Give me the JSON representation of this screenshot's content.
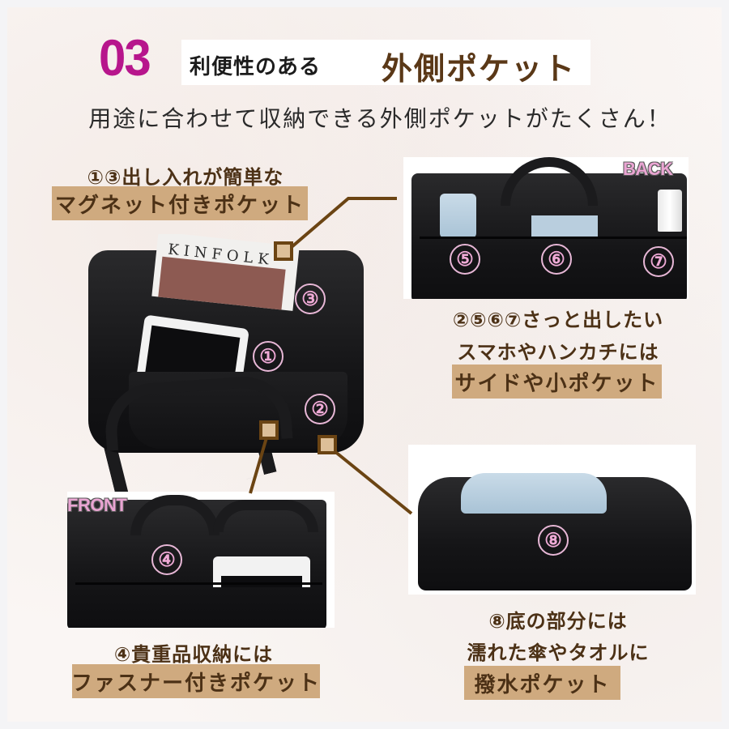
{
  "header": {
    "section_number": "03",
    "title_lead": "利便性のある",
    "title_main": "外側ポケット",
    "subtitle": "用途に合わせて収納できる外側ポケットがたくさん！"
  },
  "colors": {
    "section_number": "#b7168c",
    "title_main": "#5a3817",
    "caption_text": "#4c3116",
    "caption_box": "#cfaa7f",
    "connector": "#6b4413",
    "connector_marker_fill": "#ddbf98",
    "number_circle": "#efaad6"
  },
  "captions": {
    "magnet": {
      "line1": "①③出し入れが簡単な",
      "box": "マグネット付きポケット"
    },
    "side": {
      "line1": "②⑤⑥⑦さっと出したい",
      "line2": "スマホやハンカチには",
      "box": "サイドや小ポケット"
    },
    "zipper": {
      "line1": "④貴重品収納には",
      "box": "ファスナー付きポケット"
    },
    "bottom": {
      "line1": "⑧底の部分には",
      "line2": "濡れた傘やタオルに",
      "box": "撥水ポケット"
    }
  },
  "photos": {
    "main": {
      "numbers": [
        "①",
        "②",
        "③"
      ],
      "magazine_title": "KINFOLK"
    },
    "back": {
      "label": "BACK",
      "numbers": [
        "⑤",
        "⑥",
        "⑦"
      ]
    },
    "front": {
      "label": "FRONT",
      "numbers": [
        "④"
      ]
    },
    "bottom": {
      "numbers": [
        "⑧"
      ]
    }
  }
}
